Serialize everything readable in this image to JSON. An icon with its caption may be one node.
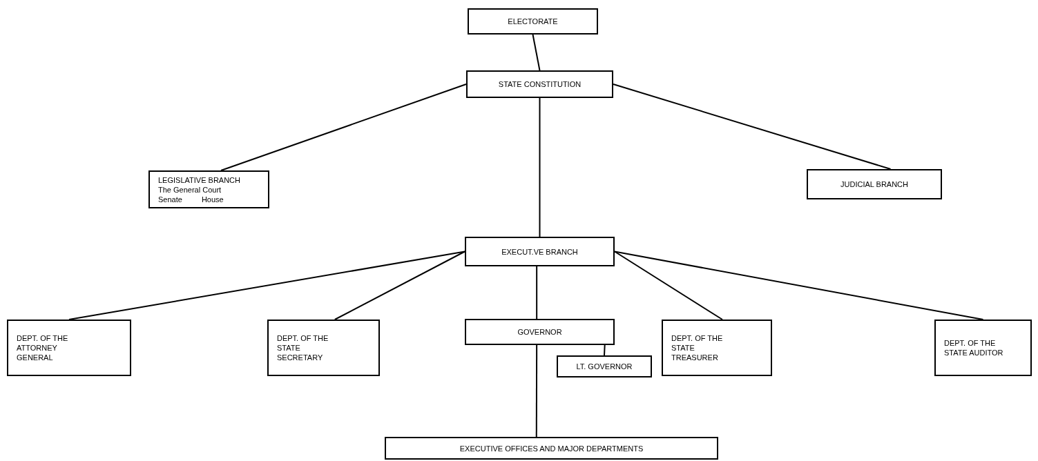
{
  "diagram": {
    "nodes": [
      {
        "text": [
          "ELECTORATE"
        ]
      },
      {
        "text": [
          "STATE CONSTITUTION"
        ]
      },
      {
        "text": [
          "LEGISLATIVE BRANCH",
          "The General Court",
          "Senate",
          "House"
        ]
      },
      {
        "text": [
          "JUDICIAL BRANCH"
        ]
      },
      {
        "text": [
          "EXECUT.VE BRANCH"
        ]
      },
      {
        "text": [
          "DEPT. OF THE ATTORNEY GENERAL"
        ]
      },
      {
        "text": [
          "DEPT. OF THE STATE SECRETARY"
        ]
      },
      {
        "text": [
          "GOVERNOR"
        ]
      },
      {
        "text": [
          "LT. GOVERNOR"
        ]
      },
      {
        "text": [
          "DEPT. OF THE STATE TREASURER"
        ]
      },
      {
        "text": [
          "DEPT. OF THE STATE AUDITOR"
        ]
      },
      {
        "text": [
          "EXECUTIVE OFFICES AND MAJOR DEPARTMENTS"
        ]
      }
    ],
    "edges": [
      {
        "from": 0,
        "to": 1,
        "arrow": "none"
      },
      {
        "from": 1,
        "to": 2,
        "arrow": "none"
      },
      {
        "from": 1,
        "to": 3,
        "arrow": "none"
      },
      {
        "from": 1,
        "to": 4,
        "arrow": "none"
      },
      {
        "from": 4,
        "to": 5,
        "arrow": "none"
      },
      {
        "from": 4,
        "to": 6,
        "arrow": "none"
      },
      {
        "from": 4,
        "to": 7,
        "arrow": "none"
      },
      {
        "from": 4,
        "to": 9,
        "arrow": "none"
      },
      {
        "from": 4,
        "to": 10,
        "arrow": "none"
      },
      {
        "from": 7,
        "to": 8,
        "arrow": "none"
      },
      {
        "from": 7,
        "to": 11,
        "arrow": "none"
      }
    ]
  }
}
